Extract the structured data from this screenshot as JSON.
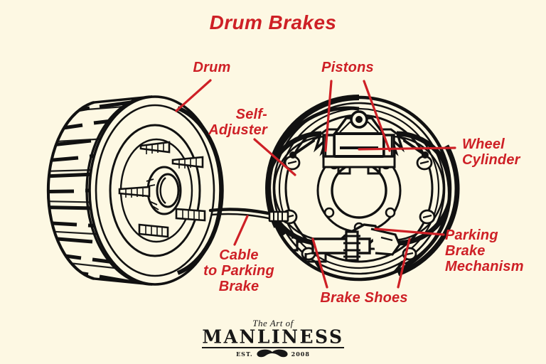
{
  "page": {
    "title": "Drum Brakes",
    "background_color": "#FDF8E3",
    "accent_color": "#CE2026",
    "ink_color": "#111111"
  },
  "labels": {
    "drum": "Drum",
    "self_adjuster": "Self-\nAdjuster",
    "pistons": "Pistons",
    "wheel_cylinder": "Wheel\nCylinder",
    "parking_brake_mechanism": "Parking\nBrake\nMechanism",
    "brake_shoes": "Brake Shoes",
    "cable_to_parking_brake": "Cable\nto Parking\nBrake"
  },
  "diagram": {
    "parts": [
      "brake-drum",
      "backing-plate-assembly",
      "wheel-cylinder",
      "pistons",
      "brake-shoes",
      "self-adjuster",
      "parking-brake-mechanism",
      "parking-brake-cable",
      "return-springs",
      "anchor-pin",
      "lug-studs"
    ]
  },
  "logo": {
    "script": "The Art of",
    "wordmark": "MANLINESS",
    "est": "EST.",
    "year": "2008",
    "mustache": "mustache-icon"
  }
}
